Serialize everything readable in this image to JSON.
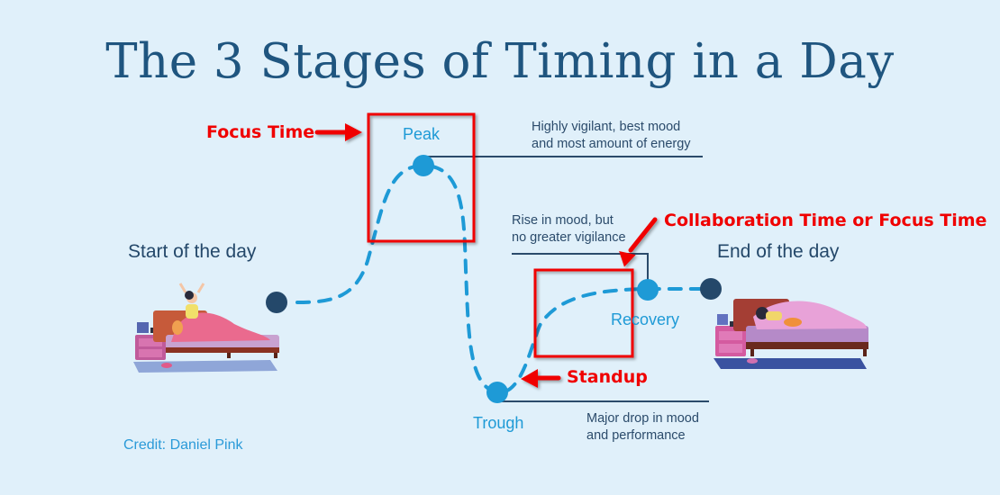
{
  "title": "The 3 Stages of Timing in a Day",
  "stages": {
    "peak": {
      "label": "Peak",
      "description_line1": "Highly vigilant, best mood",
      "description_line2": "and most amount of energy"
    },
    "trough": {
      "label": "Trough",
      "description_line1": "Major drop in mood",
      "description_line2": "and performance"
    },
    "recovery": {
      "label": "Recovery",
      "description_line1": "Rise in mood, but",
      "description_line2": "no greater vigilance"
    }
  },
  "start_label": "Start of the day",
  "end_label": "End of the day",
  "annotations": {
    "focus": "Focus Time",
    "collab": "Collaboration Time or Focus Time",
    "standup": "Standup"
  },
  "credit": "Credit: Daniel Pink",
  "colors": {
    "background": "#e0f0fa",
    "title": "#1f557f",
    "curve": "#1e9ad6",
    "endpoint": "#24486a",
    "annotation": "#f00000"
  }
}
